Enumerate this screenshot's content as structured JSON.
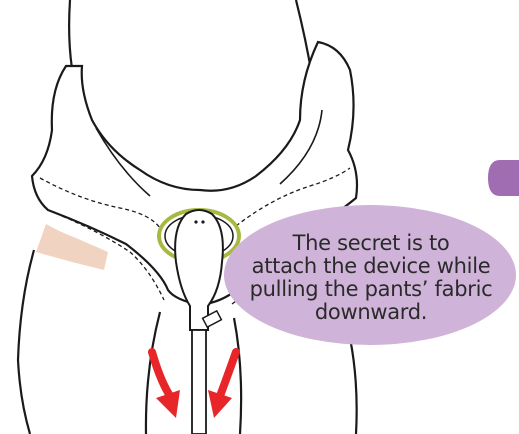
{
  "callout": {
    "lines": [
      "The secret is to",
      "attach the device while",
      "pulling the pants’ fabric",
      "downward."
    ]
  },
  "colors": {
    "bubble": "#cfb3d8",
    "side_tab": "#a06db2",
    "skin": "#f1d3c1",
    "ring": "#a8b840",
    "arrow": "#e8262a",
    "outline": "#1a1a1a"
  },
  "icons": [
    "down-arrow-icon",
    "down-arrow-icon"
  ]
}
